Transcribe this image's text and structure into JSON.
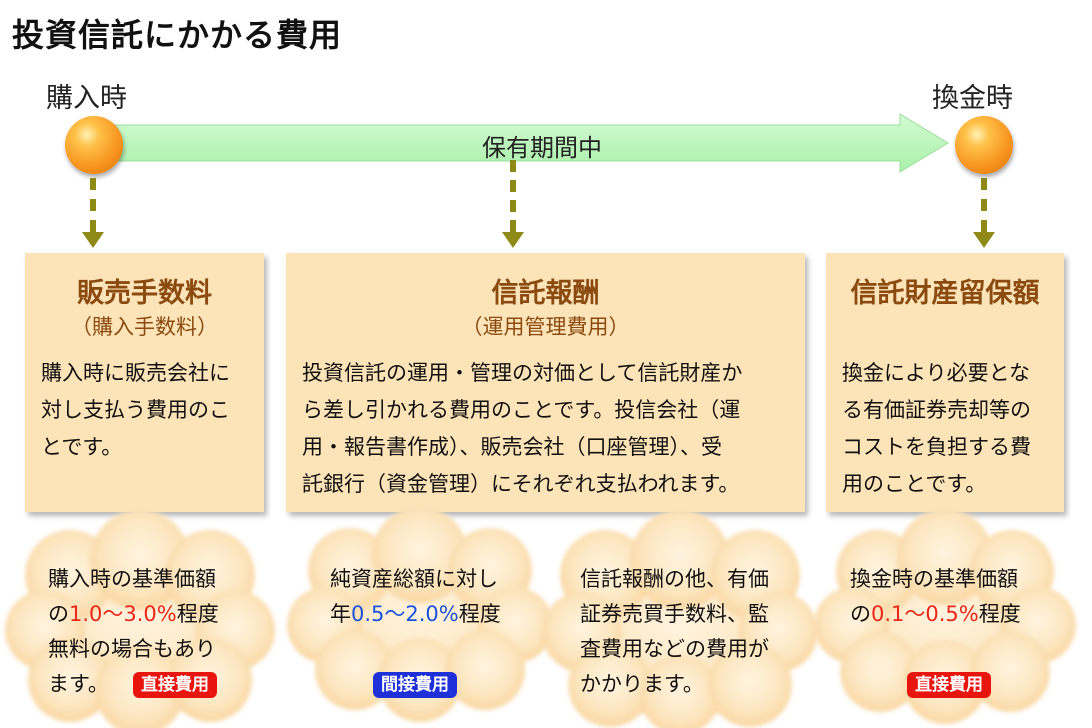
{
  "title": "投資信託にかかる費用",
  "phases": {
    "purchase": "購入時",
    "holding": "保有期間中",
    "redemption": "換金時"
  },
  "colors": {
    "accent_red": "#e8261b",
    "accent_blue": "#1a52e0",
    "box_bg": "#fde4b8",
    "arrow_green": "#b8f5b8",
    "dash": "#8f8a17"
  },
  "boxes": {
    "sales_fee": {
      "title": "販売手数料",
      "subtitle": "（購入手数料）",
      "body": [
        "購入時に販売会社に",
        "対し支払う費用のこ",
        "とです。"
      ]
    },
    "trust_fee": {
      "title": "信託報酬",
      "subtitle": "（運用管理費用）",
      "body": [
        "投資信託の運用・管理の対価として信託財産か",
        "ら差し引かれる費用のことです。投信会社（運",
        "用・報告書作成）、販売会社（口座管理）、受",
        "託銀行（資金管理）にそれぞれ支払われます。"
      ]
    },
    "retention": {
      "title": "信託財産留保額",
      "body": [
        "換金により必要とな",
        "る有価証券売却等の",
        "コストを負担する費",
        "用のことです。"
      ]
    }
  },
  "clouds": {
    "purchase": {
      "line1": "購入時の基準価額",
      "pre": "の",
      "range": "1.0〜3.0%",
      "post": "程度",
      "line3": "無料の場合もあり",
      "line4": "ます。",
      "badge": "直接費用"
    },
    "trust": {
      "line1": "純資産総額に対し",
      "pre": "年",
      "range": "0.5〜2.0%",
      "post": "程度",
      "badge": "間接費用"
    },
    "other": {
      "lines": [
        "信託報酬の他、有価",
        "証券売買手数料、監",
        "査費用などの費用が",
        "かかります。"
      ]
    },
    "redemption": {
      "line1": "換金時の基準価額",
      "pre": "の",
      "range": "0.1〜0.5%",
      "post": "程度",
      "badge": "直接費用"
    }
  }
}
